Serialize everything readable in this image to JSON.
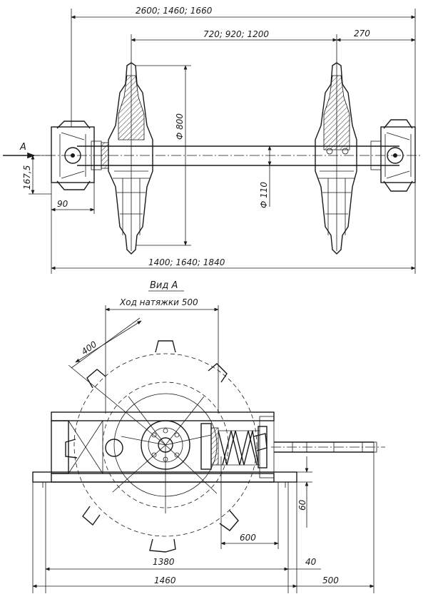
{
  "top_view": {
    "dim_overall_width": "2600; 1460; 1660",
    "dim_sprocket_spacing": "720; 920; 1200",
    "dim_right_offset": "270",
    "dim_sprocket_diameter": "Ф 800",
    "dim_shaft_diameter": "Ф 110",
    "dim_bearing_height": "167,5",
    "dim_bearing_offset": "90",
    "dim_lower_width": "1400; 1640; 1840",
    "view_marker": "A"
  },
  "view_a": {
    "title": "Вид А",
    "tension_travel": "Ход  натяжки 500",
    "dim_radius": "400",
    "dim_60": "60",
    "dim_600": "600",
    "dim_1380": "1380",
    "dim_40": "40",
    "dim_1460": "1460",
    "dim_500": "500"
  }
}
